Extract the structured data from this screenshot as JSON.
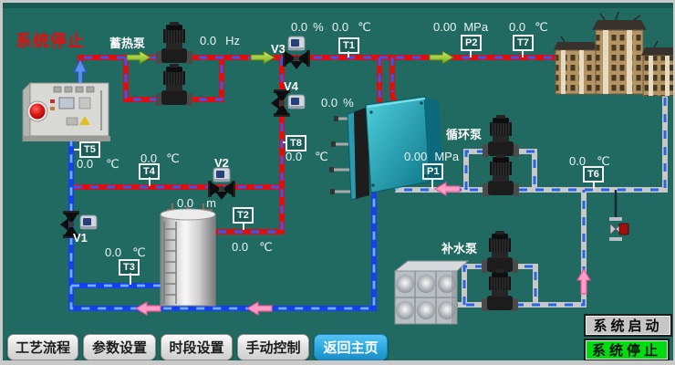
{
  "status": {
    "title": "系统停止"
  },
  "labels": {
    "storage_pump": "蓄热泵",
    "circulation_pump": "循环泵",
    "makeup_pump": "补水泵",
    "v1": "V1",
    "v2": "V2",
    "v3": "V3",
    "v4": "V4"
  },
  "readings": {
    "pump_freq": {
      "value": "0.0",
      "unit": "Hz"
    },
    "v3_open": {
      "value": "0.0",
      "unit": "%"
    },
    "v4_open": {
      "value": "0.0",
      "unit": "%"
    },
    "t1": {
      "tag": "T1",
      "value": "0.0",
      "unit": "℃"
    },
    "t2": {
      "tag": "T2",
      "value": "0.0",
      "unit": "℃"
    },
    "t3": {
      "tag": "T3",
      "value": "0.0",
      "unit": "℃"
    },
    "t4": {
      "tag": "T4",
      "value": "0.0",
      "unit": "℃"
    },
    "t5": {
      "tag": "T5",
      "value": "0.0",
      "unit": "℃"
    },
    "t6": {
      "tag": "T6",
      "value": "0.0",
      "unit": "℃"
    },
    "t7": {
      "tag": "T7",
      "value": "0.0",
      "unit": "℃"
    },
    "t8": {
      "tag": "T8",
      "value": "0.0",
      "unit": "℃"
    },
    "p1": {
      "tag": "P1",
      "value": "0.00",
      "unit": "MPa"
    },
    "p2": {
      "tag": "P2",
      "value": "0.00",
      "unit": "MPa"
    },
    "tank_level": {
      "value": "0.0",
      "unit": "m"
    }
  },
  "nav_buttons": [
    {
      "label": "工艺流程"
    },
    {
      "label": "参数设置"
    },
    {
      "label": "时段设置"
    },
    {
      "label": "手动控制"
    },
    {
      "label": "返回主页"
    }
  ],
  "system_buttons": {
    "start": "系统启动",
    "stop": "系统停止"
  },
  "colors": {
    "background": "#206a62",
    "pipe_hot": "#dd1010",
    "pipe_cold": "#1540ec",
    "pipe_secondary": "#c8c8c8",
    "alarm_text": "#e01010",
    "home_button": "#2aa7e0",
    "stop_button": "#00dc10",
    "start_button": "#c6c6c6"
  }
}
